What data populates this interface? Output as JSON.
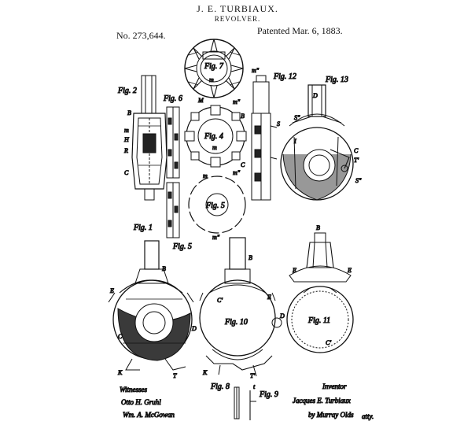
{
  "header": {
    "inventor": "J. E. TURBIAUX.",
    "title": "REVOLVER.",
    "number": "No. 273,644.",
    "date": "Patented Mar. 6, 1883."
  },
  "figures": {
    "fig1": "Fig. 1",
    "fig2": "Fig. 2",
    "fig4": "Fig. 4",
    "fig5_disc": "Fig. 5",
    "fig5_strip": "Fig. 5",
    "fig6": "Fig. 6",
    "fig7": "Fig. 7",
    "fig8": "Fig. 8",
    "fig9": "Fig. 9",
    "fig10": "Fig. 10",
    "fig11": "Fig. 11",
    "fig12": "Fig. 12",
    "fig13": "Fig. 13"
  },
  "signatures": {
    "witnesses_label": "Witnesses",
    "witness_1": "Otto H. Gruhl",
    "witness_2": "Wm. A. McGowan",
    "inventor_label": "Inventor",
    "inventor_name": "Jacques E. Turbiaux",
    "attorney": "by Murray Olds",
    "attorney_role": "atty."
  }
}
